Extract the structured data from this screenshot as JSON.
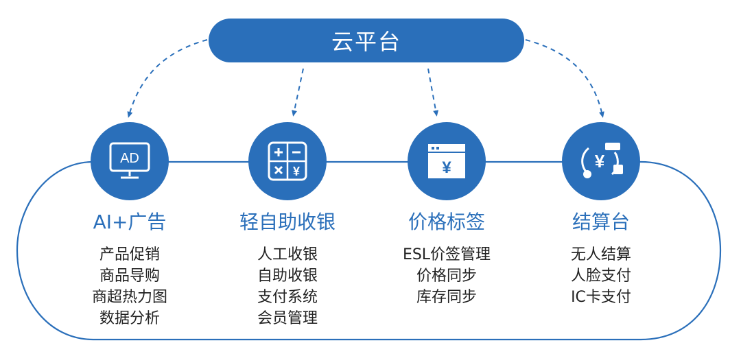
{
  "top": {
    "label": "云平台"
  },
  "colors": {
    "primary": "#2a6fba",
    "text": "#222222"
  },
  "nodes": [
    {
      "icon": "ad-monitor-icon",
      "icon_text": "AD",
      "title": "AI+广告",
      "items": [
        "产品促销",
        "商品导购",
        "商超热力图",
        "数据分析"
      ]
    },
    {
      "icon": "calculator-icon",
      "icon_text": "¥",
      "title": "轻自助收银",
      "items": [
        "人工收银",
        "自助收银",
        "支付系统",
        "会员管理"
      ]
    },
    {
      "icon": "price-window-icon",
      "icon_text": "¥",
      "title": "价格标签",
      "items": [
        "ESL价签管理",
        "价格同步",
        "库存同步"
      ]
    },
    {
      "icon": "payment-icon",
      "icon_text": "¥",
      "title": "结算台",
      "items": [
        "无人结算",
        "人脸支付",
        "IC卡支付"
      ]
    }
  ]
}
